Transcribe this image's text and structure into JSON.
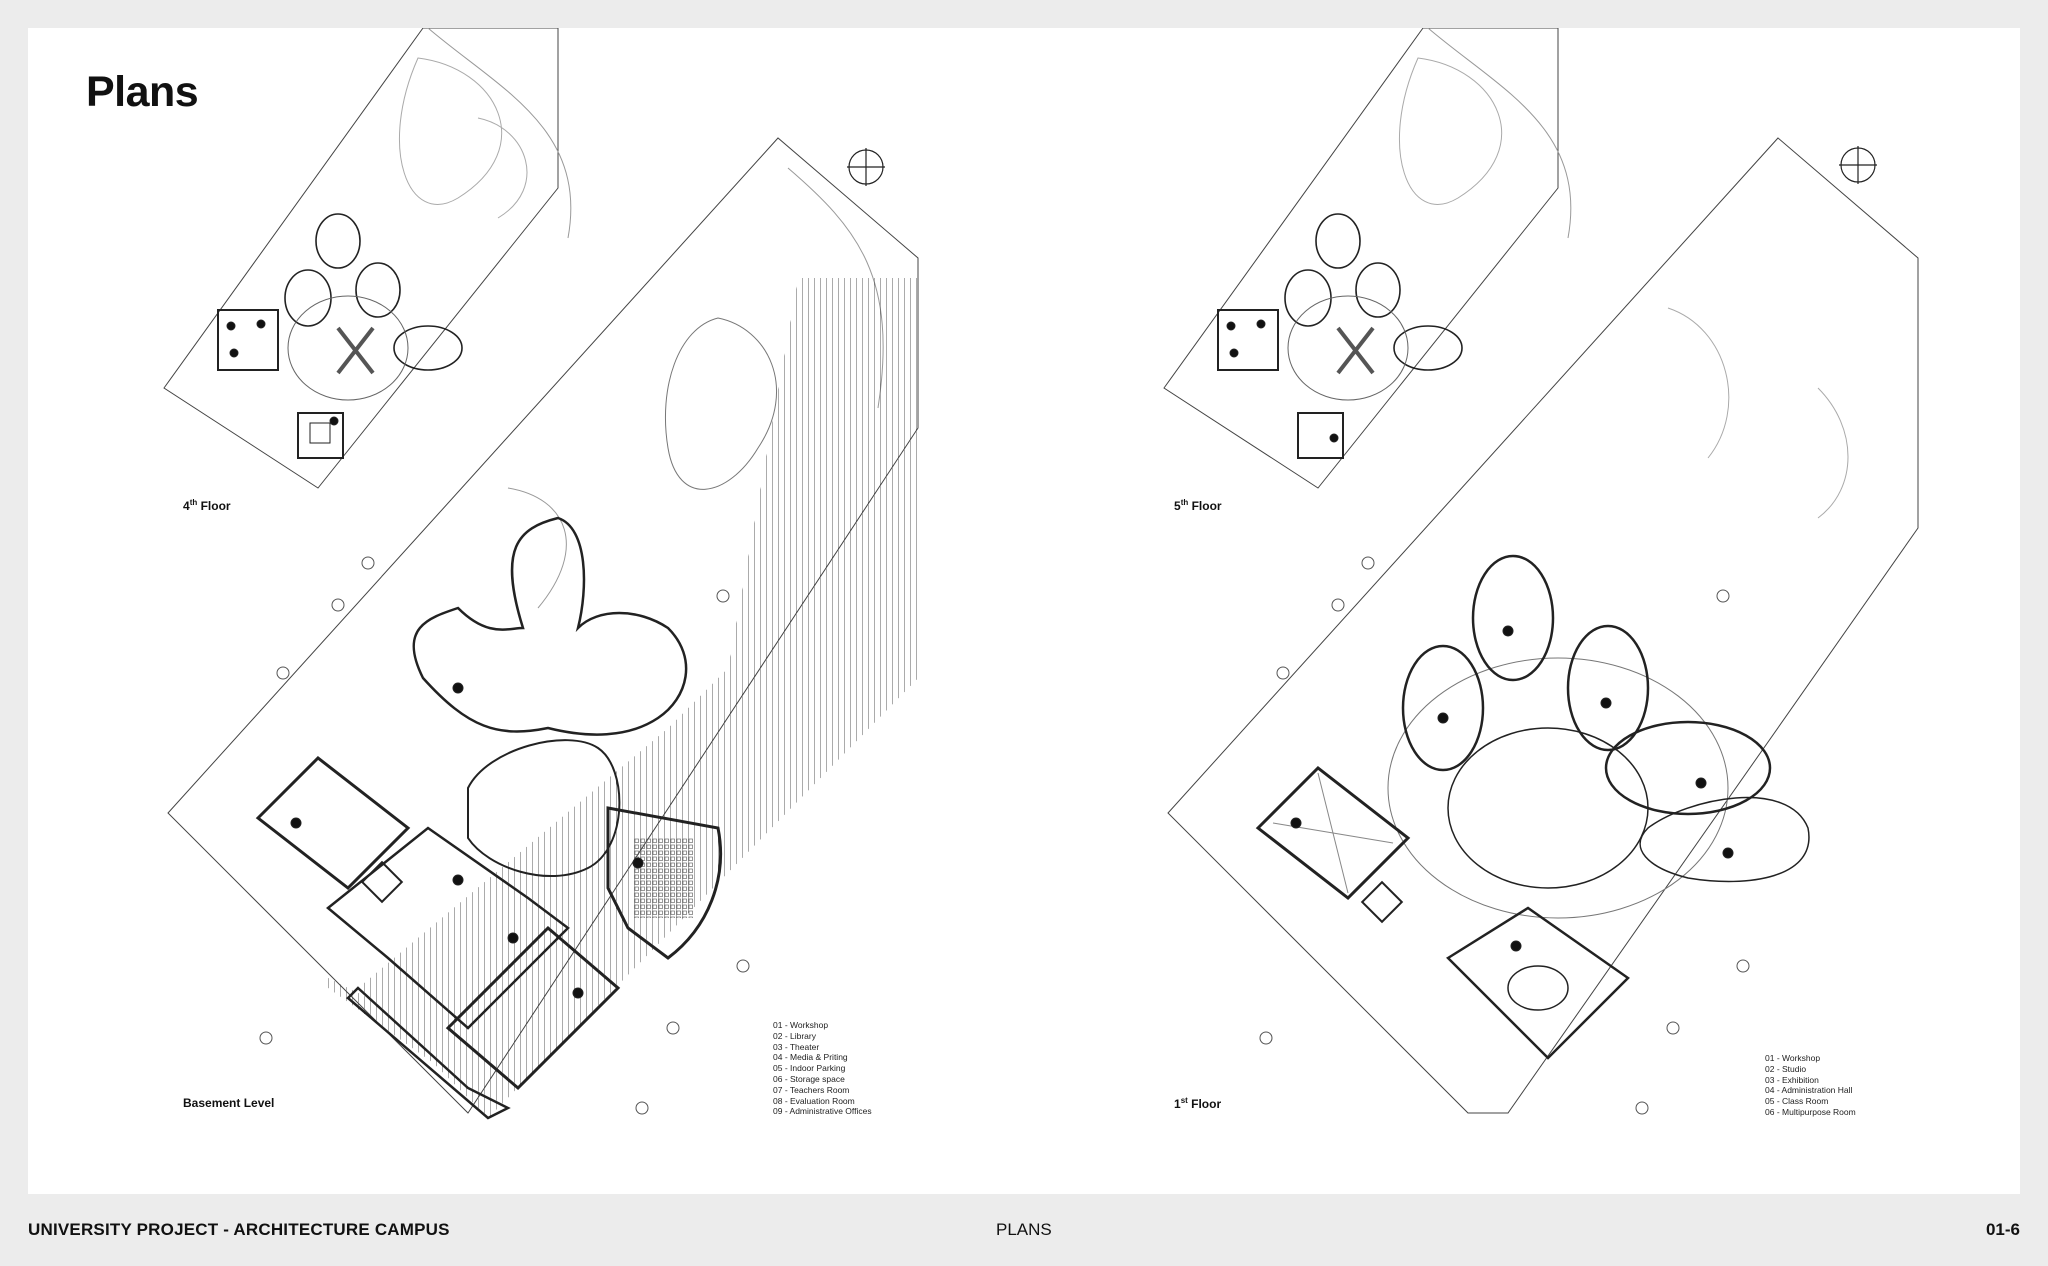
{
  "page": {
    "title": "Plans"
  },
  "left_plans": {
    "upper_label": {
      "text": "4",
      "suffix": "th",
      "rest": " Floor"
    },
    "lower_label": {
      "text": "Basement Level"
    },
    "legend": [
      "01 - Workshop",
      "02 - Library",
      "03 - Theater",
      "04 - Media & Priting",
      "05 - Indoor Parking",
      "06 - Storage space",
      "07 - Teachers Room",
      "08 - Evaluation Room",
      "09 - Administrative Offices"
    ]
  },
  "right_plans": {
    "upper_label": {
      "text": "5",
      "suffix": "th",
      "rest": " Floor"
    },
    "lower_label": {
      "text": "1",
      "suffix": "st",
      "rest": " Floor"
    },
    "legend": [
      "01 - Workshop",
      "02 - Studio",
      "03 - Exhibition",
      "04 - Administration Hall",
      "05 - Class Room",
      "06 - Multipurpose Room"
    ]
  },
  "footer": {
    "project": "UNIVERSITY PROJECT - ARCHITECTURE CAMPUS",
    "section": "PLANS",
    "page_number": "01-6"
  },
  "colors": {
    "line": "#222222",
    "fine_line": "#9a9a9a",
    "paper": "#ffffff",
    "margin": "#ececec"
  },
  "icons": [
    "north-arrow-icon",
    "section-marker-icon",
    "level-marker-icon"
  ]
}
